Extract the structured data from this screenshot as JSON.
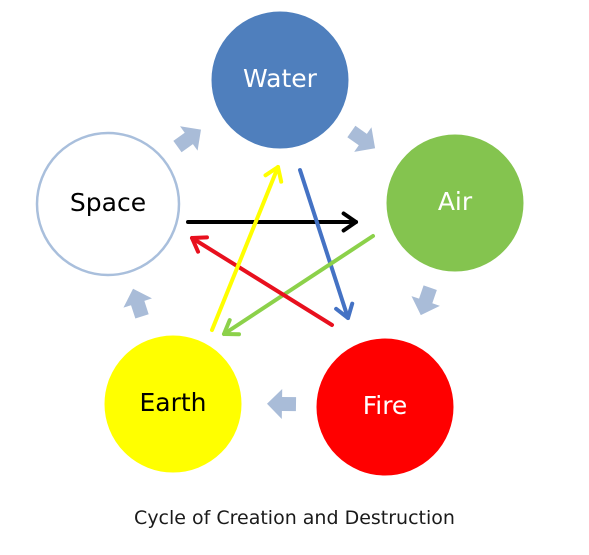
{
  "caption": "Cycle of Creation and Destruction",
  "elements": [
    {
      "id": "water",
      "label": "Water",
      "fill": "#4f7fbd",
      "stroke": "#4f7fbd",
      "text_color": "#ffffff"
    },
    {
      "id": "air",
      "label": "Air",
      "fill": "#84c44f",
      "stroke": "#84c44f",
      "text_color": "#ffffff"
    },
    {
      "id": "fire",
      "label": "Fire",
      "fill": "#ff0000",
      "stroke": "#ff0000",
      "text_color": "#ffffff"
    },
    {
      "id": "earth",
      "label": "Earth",
      "fill": "#ffff00",
      "stroke": "#ffff00",
      "text_color": "#000000"
    },
    {
      "id": "space",
      "label": "Space",
      "fill": "#ffffff",
      "stroke": "#a9bfdc",
      "text_color": "#000000"
    }
  ],
  "cycle_arrows": [
    {
      "from": "water",
      "to": "air"
    },
    {
      "from": "air",
      "to": "fire"
    },
    {
      "from": "fire",
      "to": "earth"
    },
    {
      "from": "earth",
      "to": "space"
    },
    {
      "from": "space",
      "to": "water"
    }
  ],
  "cycle_arrow_color": "#a9bcd8",
  "cross_arrows": [
    {
      "from": "space",
      "to": "air",
      "color": "#000000"
    },
    {
      "from": "water",
      "to": "fire",
      "color": "#4472c4"
    },
    {
      "from": "air",
      "to": "earth",
      "color": "#8cd14a"
    },
    {
      "from": "fire",
      "to": "space",
      "color": "#e8101e"
    },
    {
      "from": "earth",
      "to": "water",
      "color": "#ffff00"
    }
  ]
}
